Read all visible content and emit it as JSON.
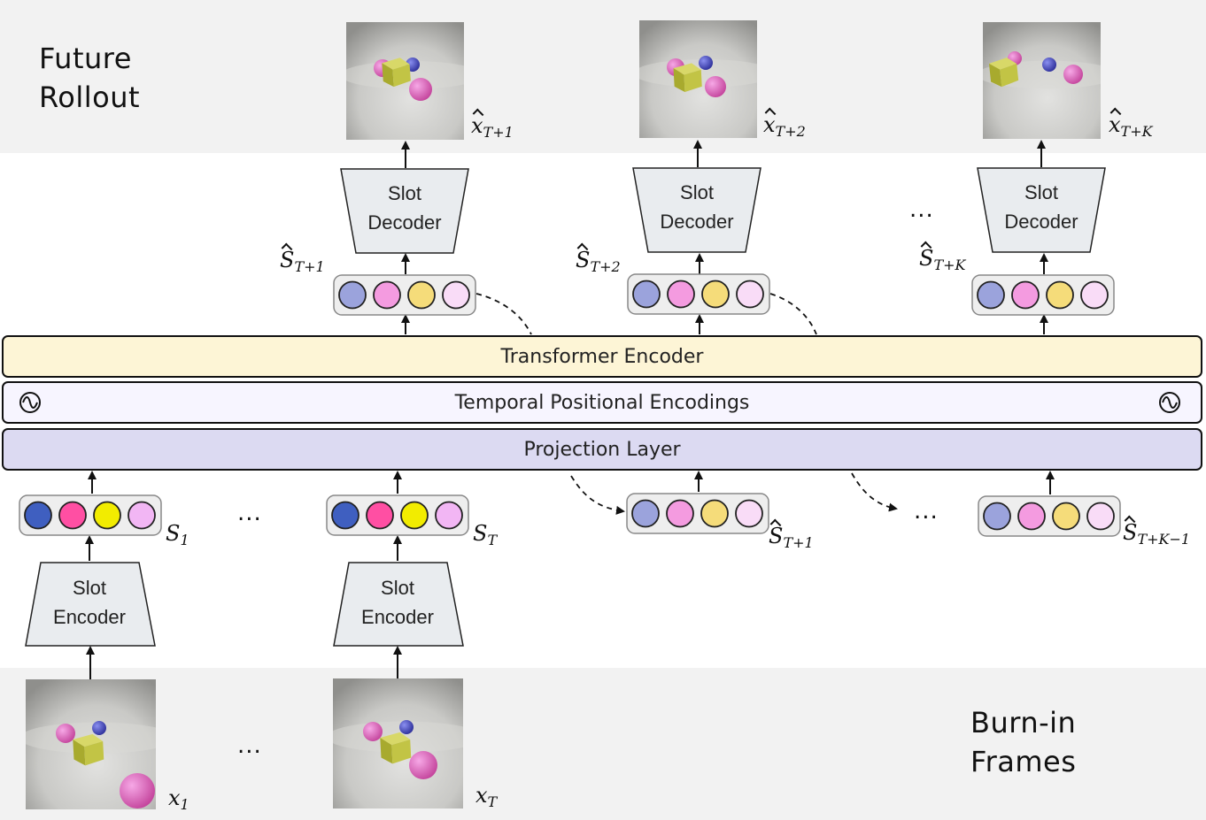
{
  "bands": {
    "top_title_line1": "Future",
    "top_title_line2": "Rollout",
    "bottom_title_line1": "Burn-in",
    "bottom_title_line2": "Frames"
  },
  "layers": {
    "transformer": "Transformer Encoder",
    "temporal": "Temporal Positional Encodings",
    "projection": "Projection Layer"
  },
  "modules": {
    "decoder_line1": "Slot",
    "decoder_line2": "Decoder",
    "encoder_line1": "Slot",
    "encoder_line2": "Encoder"
  },
  "labels": {
    "ellipsis": "...",
    "x_hat": "x",
    "s_hat": "S",
    "s": "S",
    "x": "x",
    "sub_T1": "T+1",
    "sub_T2": "T+2",
    "sub_TK": "T+K",
    "sub_TK1": "T+K−1",
    "sub_1": "1",
    "sub_T": "T"
  },
  "colors": {
    "band_bg": "#f2f2f2",
    "transformer_fill": "#fdf5d6",
    "temporal_fill": "#f7f5ff",
    "projection_fill": "#dcdaf2",
    "module_fill": "#e9ecef",
    "slot_orig": [
      "#3f5fc0",
      "#ff4fa3",
      "#f2ec00",
      "#f2b6f4"
    ],
    "slot_pred": [
      "#9ba3dc",
      "#f49be0",
      "#f5dc7a",
      "#f9dcf7"
    ]
  }
}
